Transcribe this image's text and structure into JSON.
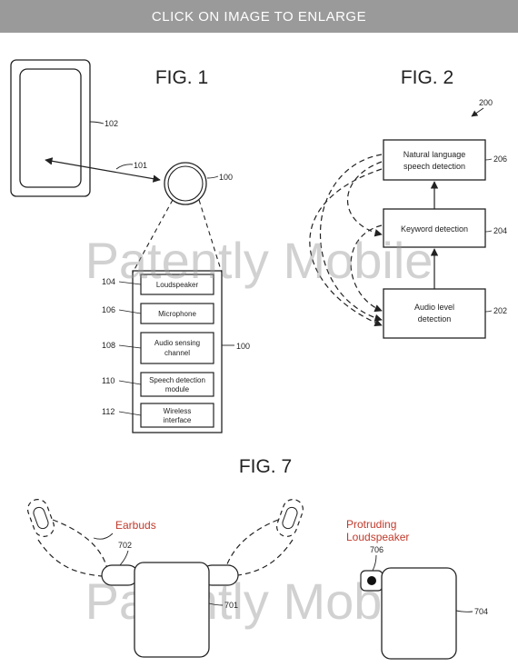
{
  "banner": {
    "text": "CLICK ON IMAGE TO ENLARGE"
  },
  "watermark": {
    "text": "Patently Mobile"
  },
  "fig1": {
    "title": "FIG. 1",
    "labels": {
      "phone": "102",
      "link": "101",
      "device": "100",
      "stack": "100"
    },
    "modules": [
      {
        "ref": "104",
        "lines": [
          "Loudspeaker"
        ]
      },
      {
        "ref": "106",
        "lines": [
          "Microphone"
        ]
      },
      {
        "ref": "108",
        "lines": [
          "Audio sensing",
          "channel"
        ]
      },
      {
        "ref": "110",
        "lines": [
          "Speech detection",
          "module"
        ]
      },
      {
        "ref": "112",
        "lines": [
          "Wireless",
          "interface"
        ]
      }
    ]
  },
  "fig2": {
    "title": "FIG. 2",
    "system_ref": "200",
    "blocks": [
      {
        "ref": "206",
        "lines": [
          "Natural language",
          "speech detection"
        ]
      },
      {
        "ref": "204",
        "lines": [
          "Keyword detection"
        ]
      },
      {
        "ref": "202",
        "lines": [
          "Audio level",
          "detection"
        ]
      }
    ]
  },
  "fig7": {
    "title": "FIG. 7",
    "earbuds_label": "Earbuds",
    "earbuds_ref": "702",
    "case_ref": "701",
    "speaker_label_lines": [
      "Protruding",
      "Loudspeaker"
    ],
    "speaker_ref": "706",
    "case2_ref": "704"
  },
  "colors": {
    "banner_bg": "#9a9a9a",
    "annotation_red": "#c0392b"
  }
}
